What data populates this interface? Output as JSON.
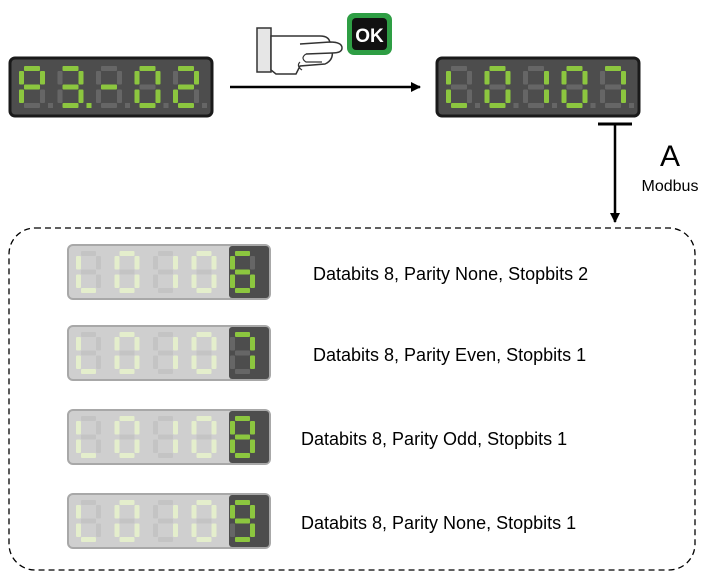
{
  "colors": {
    "display_bg": "#4d4d4d",
    "display_border": "#1a1a1a",
    "segment_on": "#8cc63f",
    "segment_off": "#666666",
    "faded_bg": "#cfcfcf",
    "faded_border": "#a8a8a8",
    "faded_segment_on": "#e4eecc",
    "faded_segment_off": "#c4c4c4",
    "ok_green": "#2e9e44",
    "ok_black": "#111111"
  },
  "source_display": {
    "digits": [
      "P",
      "3",
      "-",
      "0",
      "2"
    ],
    "dots": [
      false,
      true,
      false,
      false,
      false
    ]
  },
  "target_display": {
    "digits": [
      "L",
      "0",
      "1",
      "0",
      "7"
    ]
  },
  "ok_button": {
    "label": "OK"
  },
  "branch": {
    "label": "A",
    "sublabel": "Modbus"
  },
  "options": [
    {
      "digits": [
        "L",
        "0",
        "1",
        "0",
        "6"
      ],
      "text": "Databits 8, Parity None, Stopbits 2"
    },
    {
      "digits": [
        "L",
        "0",
        "1",
        "0",
        "7"
      ],
      "text": "Databits 8, Parity Even, Stopbits 1"
    },
    {
      "digits": [
        "L",
        "0",
        "1",
        "0",
        "8"
      ],
      "text": "Databits 8, Parity Odd, Stopbits 1"
    },
    {
      "digits": [
        "L",
        "0",
        "1",
        "0",
        "9"
      ],
      "text": "Databits 8, Parity None, Stopbits 1"
    }
  ]
}
